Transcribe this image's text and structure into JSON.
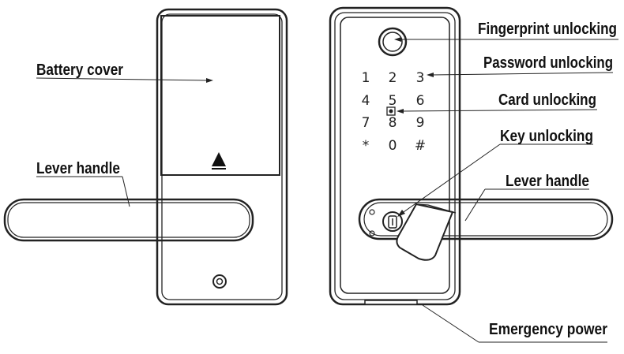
{
  "labels": {
    "battery_cover": "Battery cover",
    "lever_handle_left": "Lever handle",
    "fingerprint_unlocking": "Fingerprint unlocking",
    "password_unlocking": "Password unlocking",
    "card_unlocking": "Card unlocking",
    "key_unlocking": "Key unlocking",
    "lever_handle_right": "Lever handle",
    "emergency_power": "Emergency power"
  },
  "keypad": [
    [
      "1",
      "2",
      "3"
    ],
    [
      "4",
      "5",
      "6"
    ],
    [
      "7",
      "8",
      "9"
    ],
    [
      "*",
      "0",
      "#"
    ]
  ],
  "icons": {
    "battery_cover_lock": "eject-triangle-icon",
    "fingerprint_sensor": "fingerprint-sensor-icon",
    "card_reader": "card-icon",
    "key_cylinder": "keyhole-icon"
  }
}
